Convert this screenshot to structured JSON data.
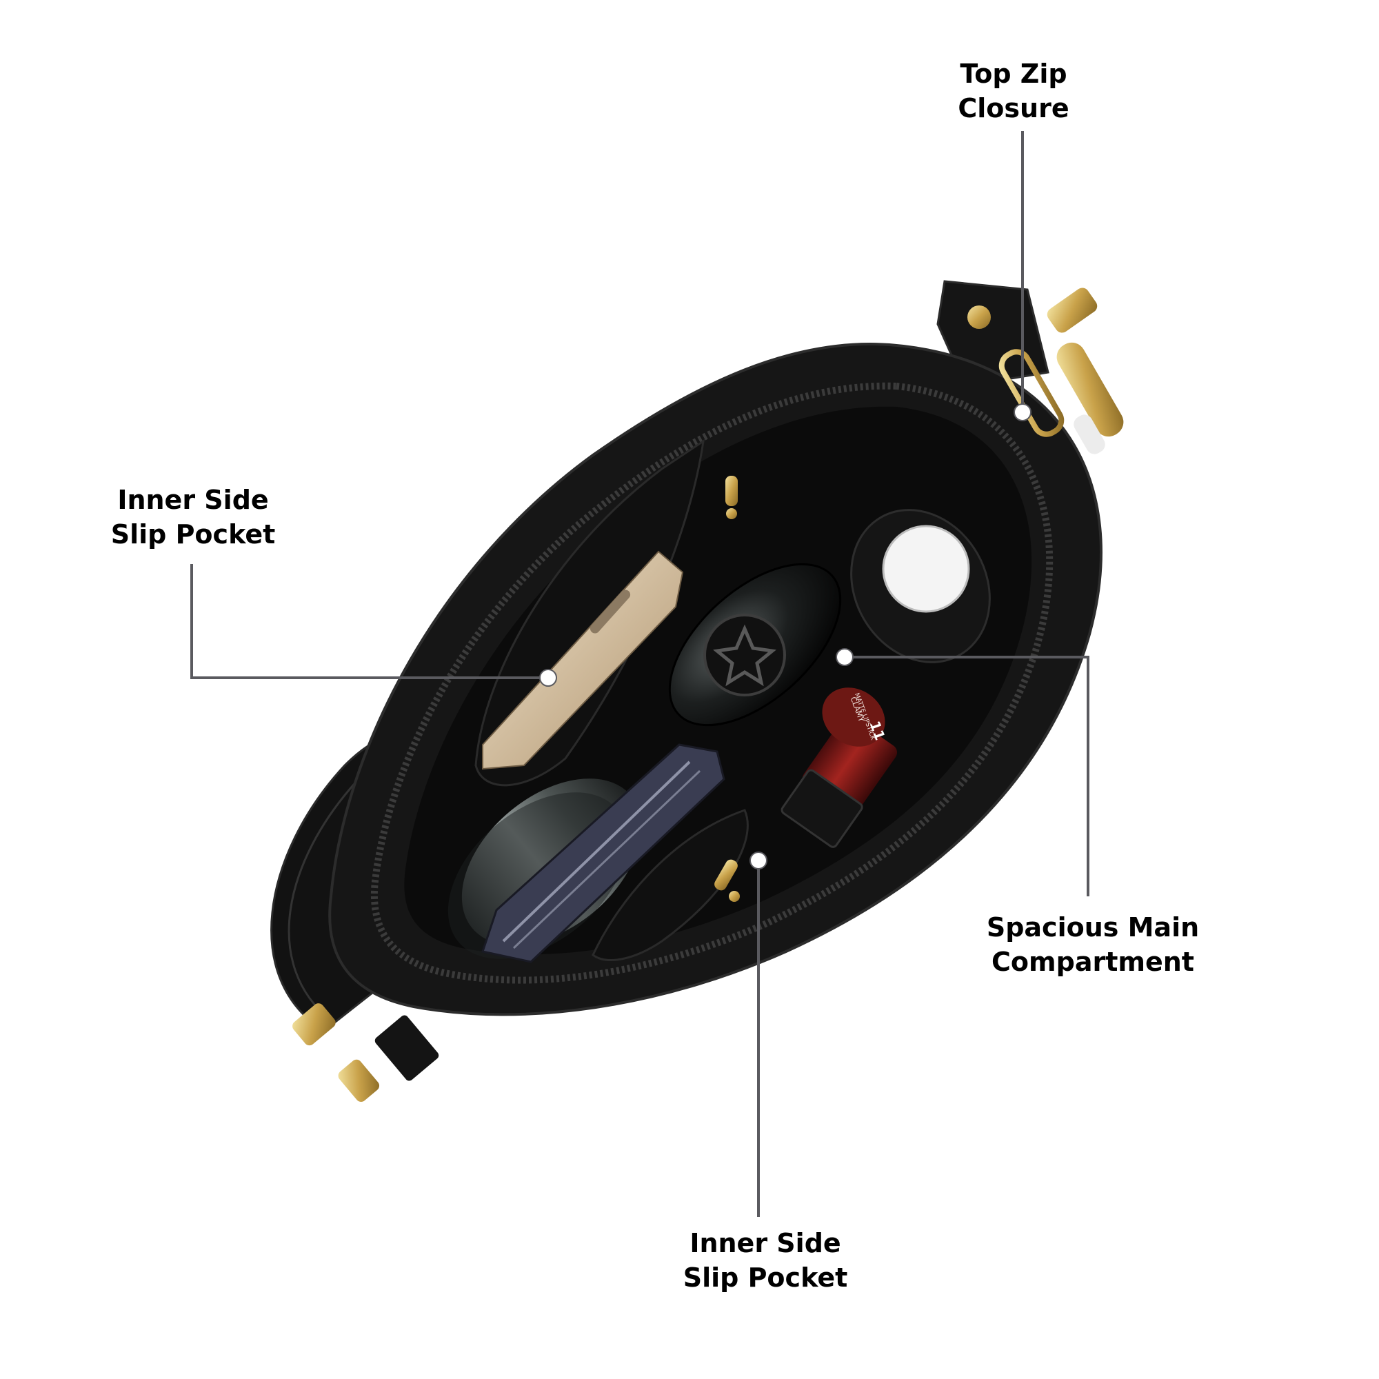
{
  "colors": {
    "background": "#ffffff",
    "leader_line": "#5a5a5f",
    "label_text": "#000000",
    "bag_leather": "#141414",
    "bag_lining": "#0b0b0b",
    "hardware_gold": "#d4b45a"
  },
  "callouts": {
    "top_zip": {
      "line1": "Top Zip",
      "line2": "Closure"
    },
    "inner_left": {
      "line1": "Inner Side",
      "line2": "Slip Pocket"
    },
    "spacious": {
      "line1": "Spacious Main",
      "line2": "Compartment"
    },
    "inner_bottom": {
      "line1": "Inner Side",
      "line2": "Slip Pocket"
    }
  },
  "product": {
    "lipstick_brand": "CLAMY",
    "lipstick_type": "MATTE LIPSTICK",
    "lipstick_shade": "11"
  }
}
